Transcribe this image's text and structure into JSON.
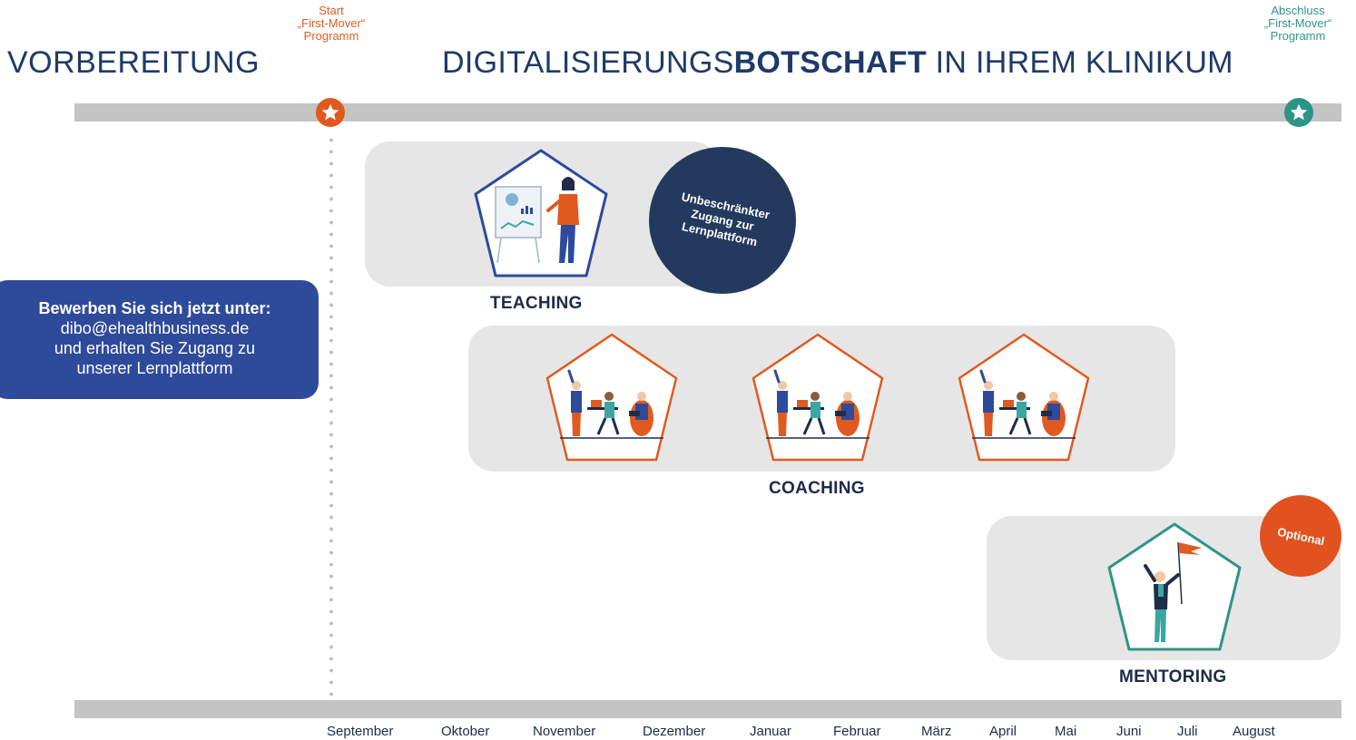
{
  "milestones": {
    "start": {
      "line1": "Start",
      "line2": "„First-Mover“",
      "line3": "Programm",
      "color": "#e05a20"
    },
    "end": {
      "line1": "Abschluss",
      "line2": "„First-Mover“",
      "line3": "Programm",
      "color": "#2f9488"
    }
  },
  "headings": {
    "preparation": "VORBEREITUNG",
    "main_prefix": "DIGITALISIERUNGS",
    "main_bold": "BOTSCHAFT",
    "main_suffix": " IN IHREM KLINIKUM"
  },
  "cta": {
    "line1": "Bewerben Sie sich jetzt unter:",
    "line2": "dibo@ehealthbusiness.de",
    "line3": "und erhalten Sie Zugang zu",
    "line4": "unserer Lernplattform",
    "color": "#2e4a9b"
  },
  "stages": {
    "teaching": {
      "label": "TEACHING",
      "badge": [
        "Unbeschränkter",
        "Zugang zur",
        "Lernplattform"
      ],
      "color": "#2e4a9b"
    },
    "coaching": {
      "label": "COACHING",
      "sessions": 3,
      "color": "#e05a20"
    },
    "mentoring": {
      "label": "MENTORING",
      "badge": "Optional",
      "color": "#2f9488"
    }
  },
  "months": [
    "September",
    "Oktober",
    "November",
    "Dezember",
    "Januar",
    "Februar",
    "März",
    "April",
    "Mai",
    "Juni",
    "Juli",
    "August"
  ],
  "icons": {
    "milestone_icon": "star-icon",
    "teaching_icon": "presenter-icon",
    "coaching_icon": "team-meeting-icon",
    "mentoring_icon": "flag-person-icon"
  }
}
